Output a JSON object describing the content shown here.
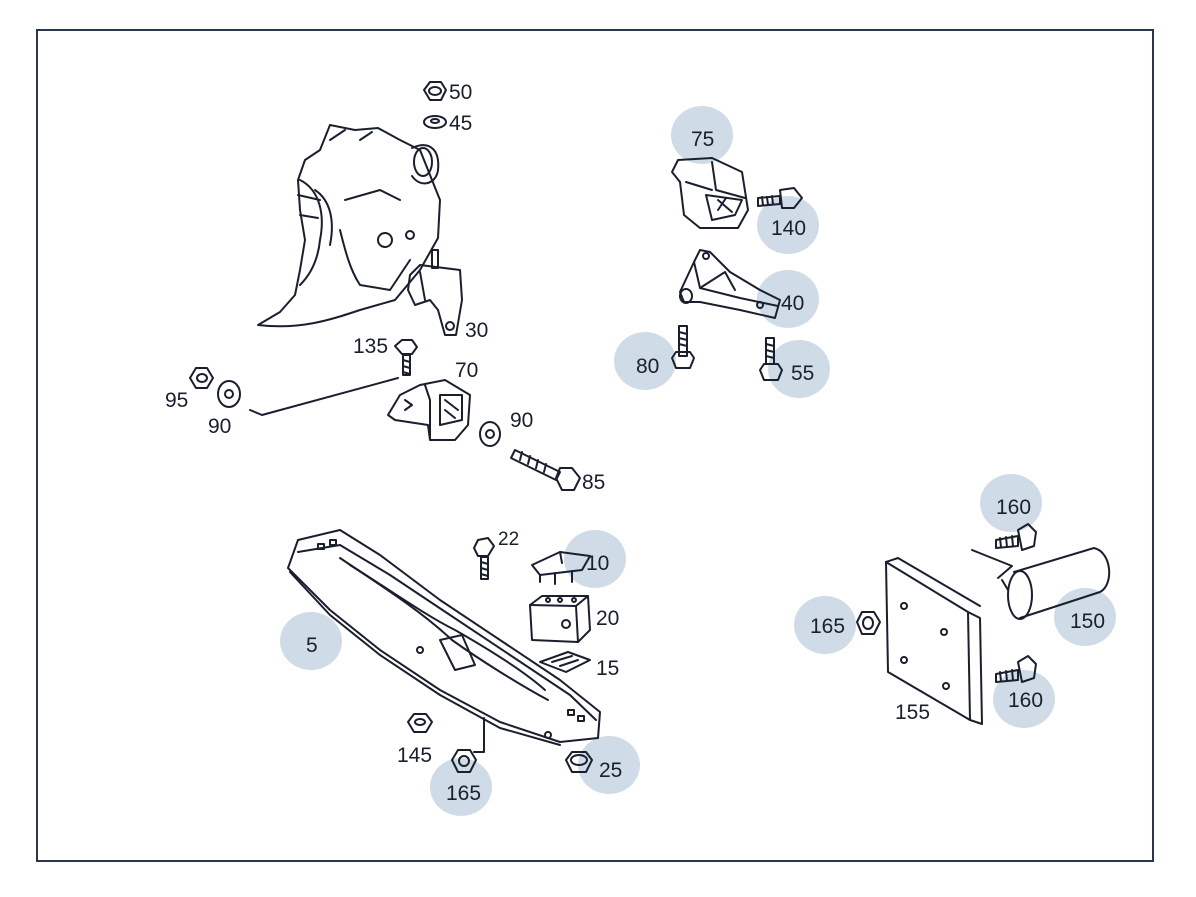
{
  "colors": {
    "line": "#1a1f2e",
    "frame": "#2a3550",
    "highlight": "#cfdce8",
    "background": "#ffffff"
  },
  "callouts": {
    "p5": "5",
    "p10": "10",
    "p15": "15",
    "p20": "20",
    "p22": "22",
    "p25": "25",
    "p30": "30",
    "p40": "40",
    "p45": "45",
    "p50": "50",
    "p55": "55",
    "p70": "70",
    "p75": "75",
    "p80": "80",
    "p85": "85",
    "p90a": "90",
    "p90b": "90",
    "p95": "95",
    "p135": "135",
    "p140": "140",
    "p145": "145",
    "p150": "150",
    "p155": "155",
    "p160a": "160",
    "p160b": "160",
    "p165a": "165",
    "p165b": "165"
  }
}
